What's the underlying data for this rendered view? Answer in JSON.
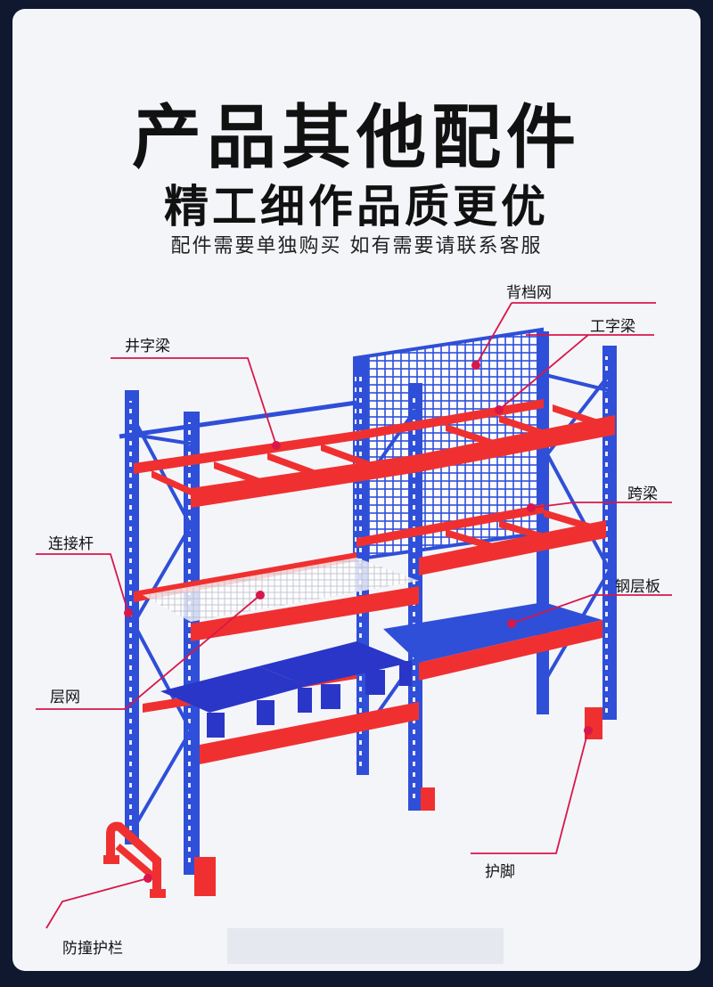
{
  "header": {
    "title": "产品其他配件",
    "subtitle": "精工细作品质更优",
    "note": "配件需要单独购买 如有需要请联系客服"
  },
  "labels": {
    "back_mesh": "背档网",
    "cross_beam": "井字梁",
    "i_beam": "工字梁",
    "span_beam": "跨梁",
    "connector": "连接杆",
    "steel_deck": "钢层板",
    "layer_mesh": "层网",
    "foot_guard": "护脚",
    "crash_barrier": "防撞护栏"
  },
  "colors": {
    "upright": "#2f4fd8",
    "beam": "#f03030",
    "callout": "#d8174a",
    "pallet": "#2a36c8"
  }
}
